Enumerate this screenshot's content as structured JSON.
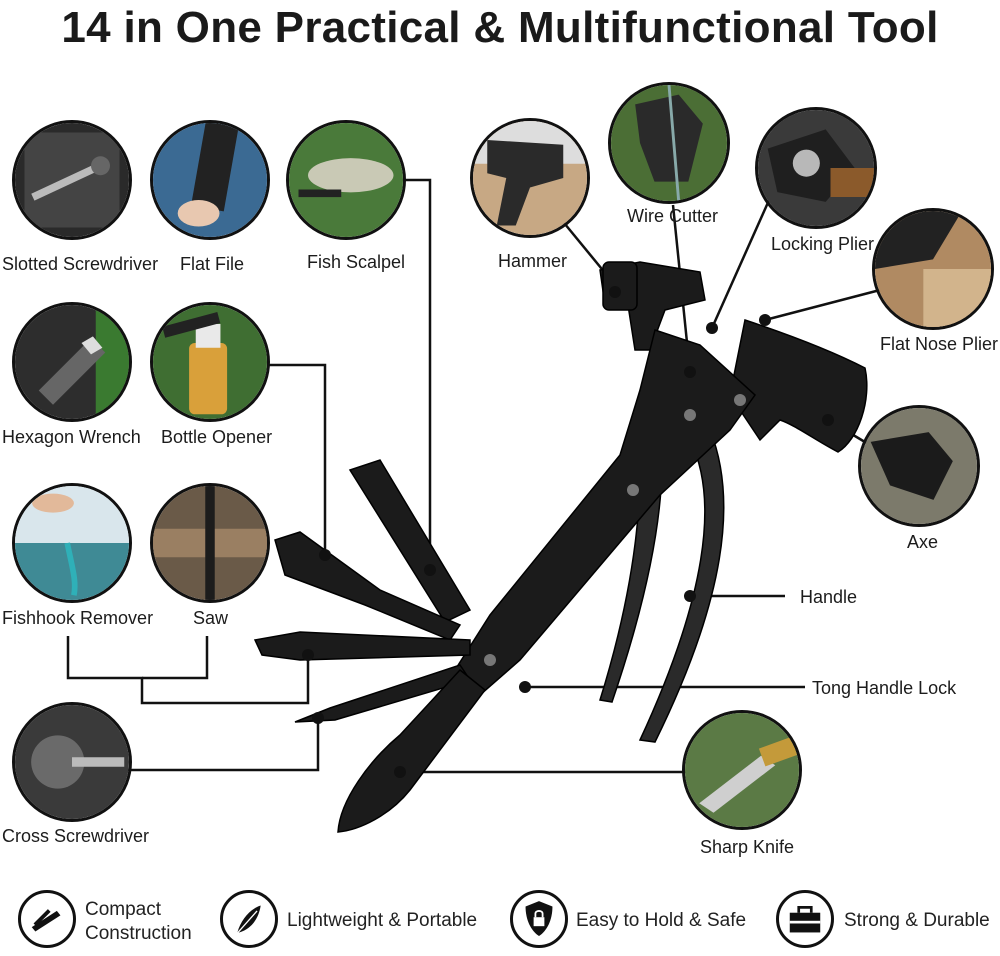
{
  "title": "14 in One Practical & Multifunctional Tool",
  "tools": {
    "slotted_screwdriver": "Slotted Screwdriver",
    "flat_file": "Flat File",
    "fish_scalpel": "Fish Scalpel",
    "hexagon_wrench": "Hexagon Wrench",
    "bottle_opener": "Bottle Opener",
    "fishhook_remover": "Fishhook Remover",
    "saw": "Saw",
    "cross_screwdriver": "Cross Screwdriver",
    "hammer": "Hammer",
    "wire_cutter": "Wire Cutter",
    "locking_plier": "Locking Plier",
    "flat_nose_plier": "Flat Nose Plier",
    "axe": "Axe",
    "handle": "Handle",
    "tong_handle_lock": "Tong Handle Lock",
    "sharp_knife": "Sharp Knife"
  },
  "features": [
    {
      "label_line1": "Compact",
      "label_line2": "Construction",
      "icon": "multitool-icon"
    },
    {
      "label": "Lightweight & Portable",
      "icon": "feather-icon"
    },
    {
      "label": "Easy to Hold & Safe",
      "icon": "shield-lock-icon"
    },
    {
      "label": "Strong & Durable",
      "icon": "toolbox-icon"
    }
  ]
}
